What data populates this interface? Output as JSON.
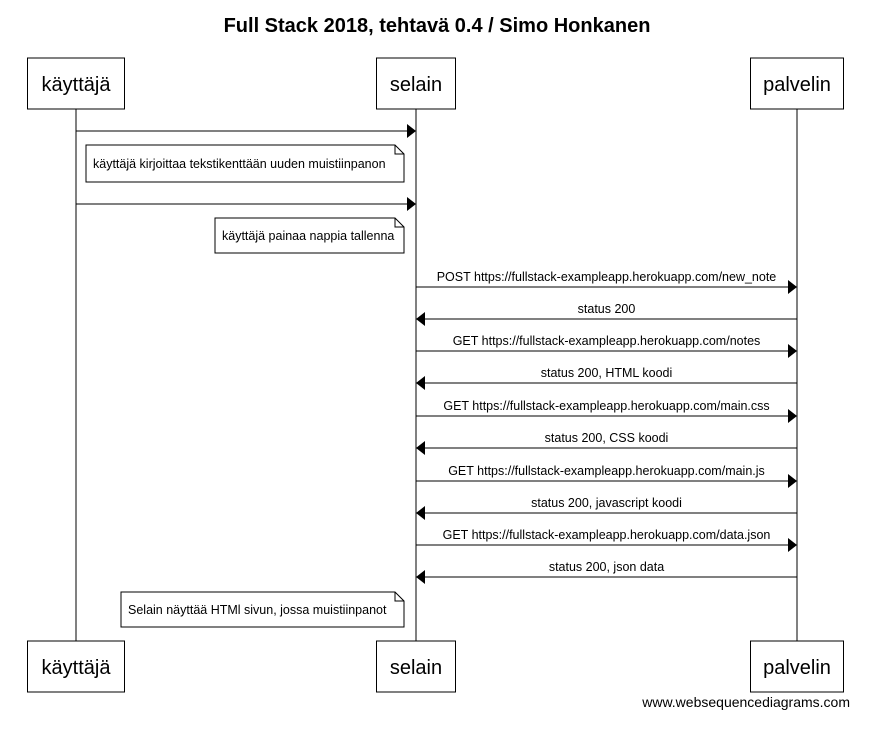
{
  "diagram": {
    "title": "Full Stack 2018, tehtavä 0.4 / Simo Honkanen",
    "participants": [
      {
        "id": "kayttaja",
        "label": "käyttäjä"
      },
      {
        "id": "selain",
        "label": "selain"
      },
      {
        "id": "palvelin",
        "label": "palvelin"
      }
    ],
    "messages": [
      {
        "from": "kayttaja",
        "to": "selain",
        "label": ""
      },
      {
        "note": true,
        "over": "kayttaja",
        "label": "käyttäjä kirjoittaa tekstikenttään uuden muistiinpanon"
      },
      {
        "from": "kayttaja",
        "to": "selain",
        "label": ""
      },
      {
        "note": true,
        "over": "selain",
        "label": "käyttäjä painaa nappia tallenna"
      },
      {
        "from": "selain",
        "to": "palvelin",
        "label": "POST https://fullstack-exampleapp.herokuapp.com/new_note"
      },
      {
        "from": "palvelin",
        "to": "selain",
        "label": "status 200"
      },
      {
        "from": "selain",
        "to": "palvelin",
        "label": "GET https://fullstack-exampleapp.herokuapp.com/notes"
      },
      {
        "from": "palvelin",
        "to": "selain",
        "label": "status 200, HTML koodi"
      },
      {
        "from": "selain",
        "to": "palvelin",
        "label": "GET https://fullstack-exampleapp.herokuapp.com/main.css"
      },
      {
        "from": "palvelin",
        "to": "selain",
        "label": "status 200, CSS koodi"
      },
      {
        "from": "selain",
        "to": "palvelin",
        "label": "GET https://fullstack-exampleapp.herokuapp.com/main.js"
      },
      {
        "from": "palvelin",
        "to": "selain",
        "label": "status 200, javascript koodi"
      },
      {
        "from": "selain",
        "to": "palvelin",
        "label": "GET https://fullstack-exampleapp.herokuapp.com/data.json"
      },
      {
        "from": "palvelin",
        "to": "selain",
        "label": "status 200, json data"
      },
      {
        "note": true,
        "over": "selain",
        "label": "Selain näyttää HTMl sivun, jossa muistiinpanot"
      }
    ],
    "watermark": "www.websequencediagrams.com"
  }
}
